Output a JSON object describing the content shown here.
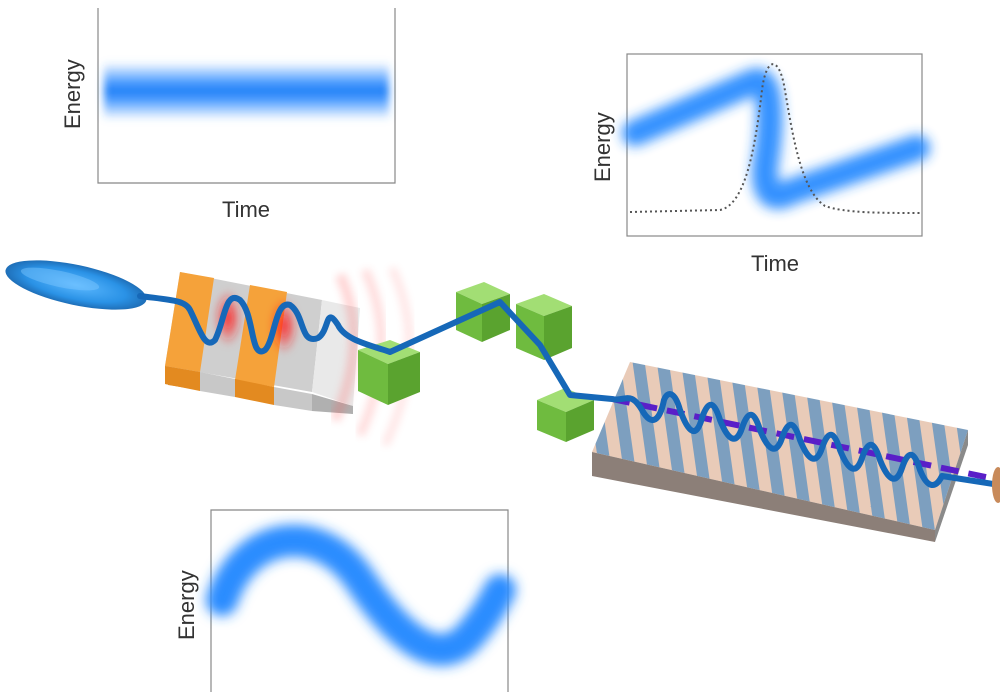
{
  "panels": [
    {
      "id": "panel-initial",
      "ylabel": "Energy",
      "xlabel": "Time",
      "phase_space": "flat energy band"
    },
    {
      "id": "panel-compressed",
      "ylabel": "Energy",
      "xlabel": "Time",
      "phase_space": "energy-chirped band with current spike"
    },
    {
      "id": "panel-modulated",
      "ylabel": "Energy",
      "xlabel": "",
      "phase_space": "sinusoidal energy modulation"
    }
  ],
  "colors": {
    "beam": "#1a6fc4",
    "phase_space": "#1e88ff",
    "modulator_stripe_a": "#f5a23a",
    "modulator_stripe_b": "#d9d9d9",
    "laser": "#ff2a2a",
    "chicane_magnet": "#7ccc4a",
    "undulator_stripe_a": "#7a9fc0",
    "undulator_stripe_b": "#e9c9b6",
    "fel_output": "#5a1fc8"
  },
  "icons": [
    "electron-bunch",
    "modulator",
    "laser-field",
    "chicane-magnet",
    "undulator",
    "fel-radiation"
  ]
}
